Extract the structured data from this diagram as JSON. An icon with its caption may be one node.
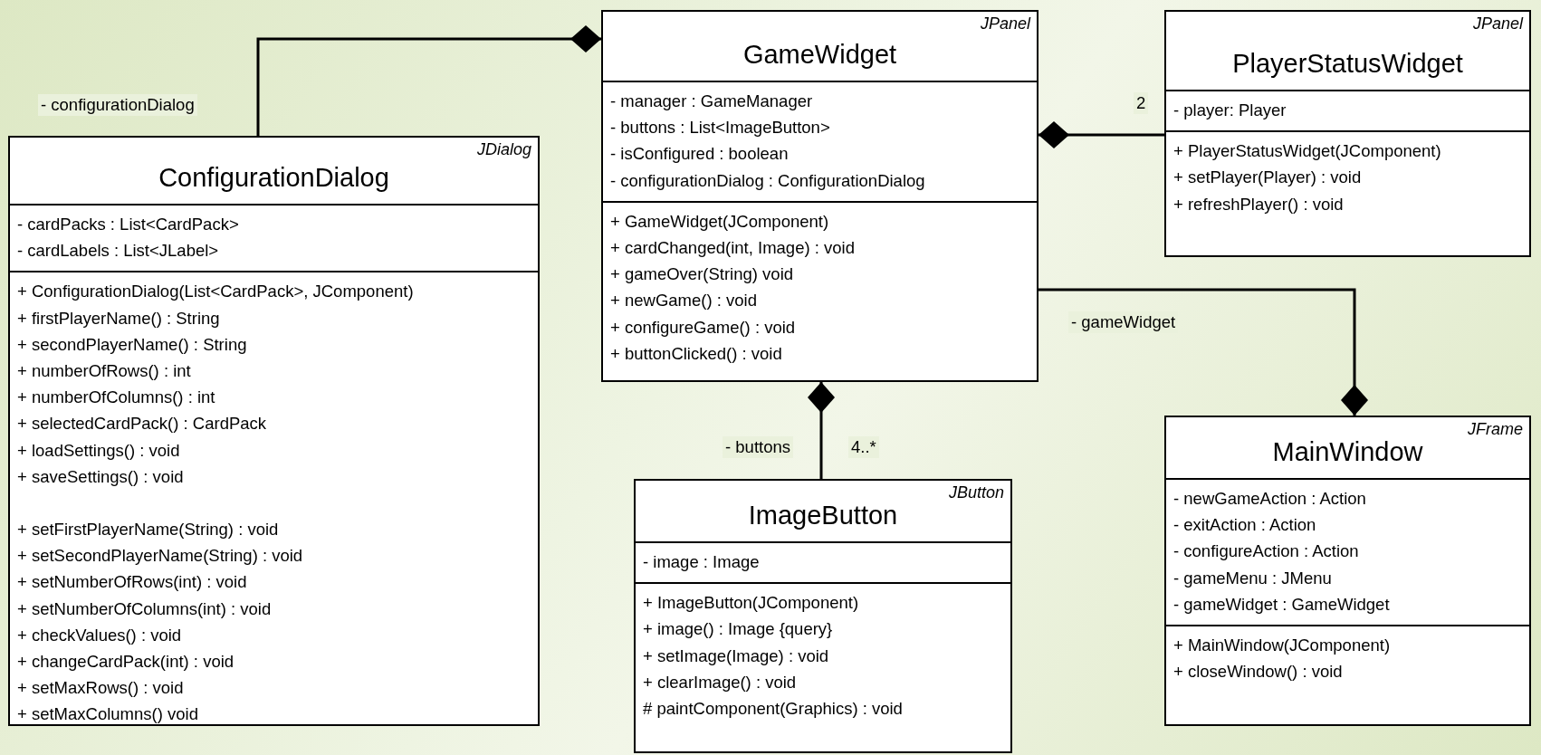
{
  "diagram": {
    "nodes": [
      {
        "text": [
          "GameWidget",
          "JPanel"
        ]
      },
      {
        "text": [
          "- manager : GameManager",
          "- buttons : List<ImageButton>",
          "- isConfigured : boolean",
          "- configurationDialog : ConfigurationDialog"
        ],
        "in": 0
      },
      {
        "text": [
          "+ GameWidget(JComponent)",
          "+ cardChanged(int, Image) : void",
          "+ gameOver(String) void",
          "+ newGame() : void",
          "+ configureGame() : void",
          "+ buttonClicked() : void"
        ],
        "in": 0
      },
      {
        "text": [
          "PlayerStatusWidget",
          "JPanel"
        ]
      },
      {
        "text": [
          "- player: Player"
        ],
        "in": 3
      },
      {
        "text": [
          "+ PlayerStatusWidget(JComponent)",
          "+ setPlayer(Player) : void",
          "+ refreshPlayer() : void"
        ],
        "in": 3
      },
      {
        "text": [
          "ConfigurationDialog",
          "JDialog"
        ]
      },
      {
        "text": [
          "- cardPacks : List<CardPack>",
          "- cardLabels : List<JLabel>"
        ],
        "in": 6
      },
      {
        "text": [
          "+ ConfigurationDialog(List<CardPack>, JComponent)",
          "+ firstPlayerName() : String",
          "+ secondPlayerName() : String",
          "+ numberOfRows() : int",
          "+ numberOfColumns() : int",
          "+ selectedCardPack() : CardPack",
          "+ loadSettings() : void",
          "+ saveSettings() : void",
          "+ setFirstPlayerName(String) : void",
          "+ setSecondPlayerName(String) : void",
          "+ setNumberOfRows(int) : void",
          "+ setNumberOfColumns(int) : void",
          "+ checkValues() : void",
          "+ changeCardPack(int) : void",
          "+ setMaxRows() : void",
          "+ setMaxColumns() void"
        ],
        "in": 6
      },
      {
        "text": [
          "ImageButton",
          "JButton"
        ]
      },
      {
        "text": [
          "- image : Image"
        ],
        "in": 9
      },
      {
        "text": [
          "+ ImageButton(JComponent)",
          "+ image() : Image {query}",
          "+ setImage(Image) : void",
          "+ clearImage() : void",
          "# paintComponent(Graphics) : void"
        ],
        "in": 9
      },
      {
        "text": [
          "MainWindow",
          "JFrame"
        ]
      },
      {
        "text": [
          "- newGameAction : Action",
          "- exitAction : Action",
          "- configureAction : Action",
          "- gameMenu : JMenu",
          "- gameWidget : GameWidget"
        ],
        "in": 12
      },
      {
        "text": [
          "+ MainWindow(JComponent)",
          "+ closeWindow() : void"
        ],
        "in": 12
      }
    ],
    "edges": [
      {
        "from": 6,
        "to": 0,
        "arrow": "other",
        "label": "- configurationDialog"
      },
      {
        "from": 3,
        "to": 0,
        "arrow": "other",
        "label": "2"
      },
      {
        "from": 9,
        "to": 0,
        "arrow": "other",
        "label": "- buttons"
      },
      {
        "from": 0,
        "to": 12,
        "arrow": "other",
        "label": "- gameWidget"
      }
    ],
    "labels": [
      "4..*"
    ]
  }
}
